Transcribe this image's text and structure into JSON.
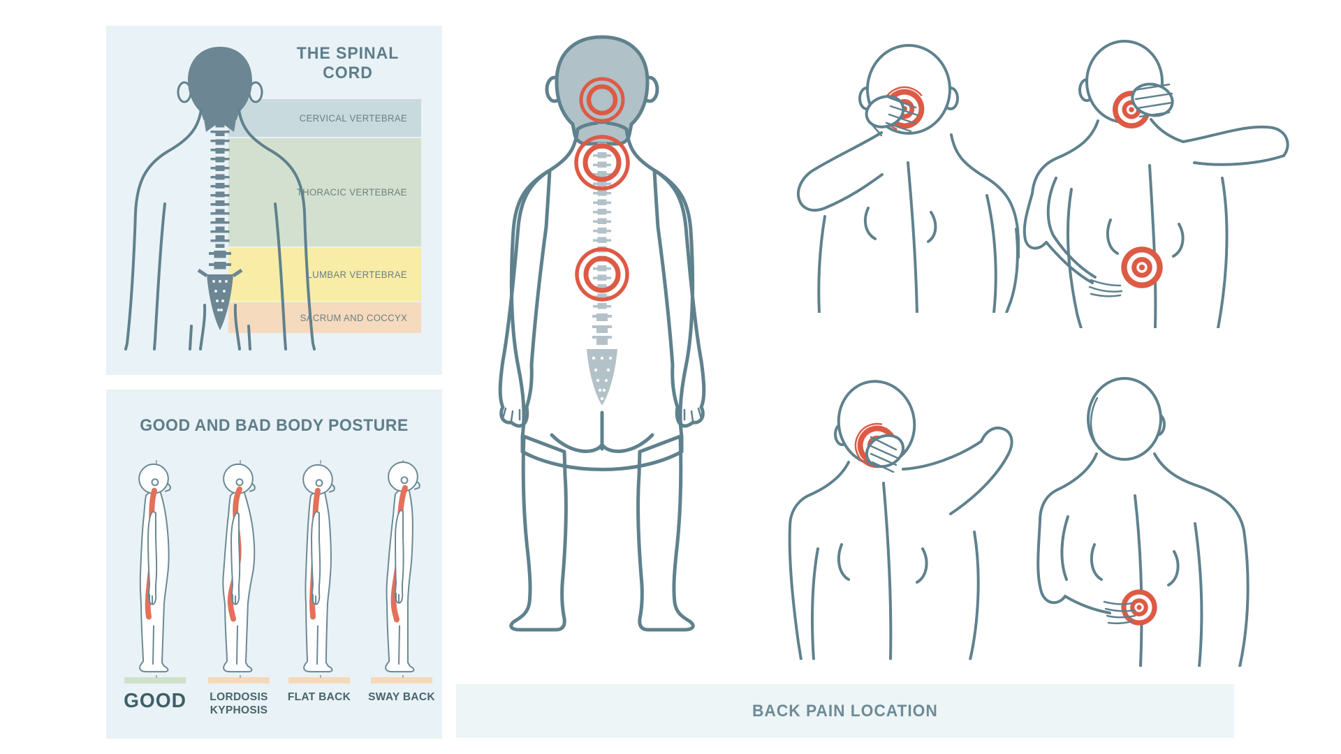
{
  "colors": {
    "page_bg": "#ffffff",
    "panel_bg": "#e9f2f6",
    "banner_bg": "#edf5f7",
    "outline": "#5f818d",
    "dark_head_fill": "#6c8793",
    "light_head_fill": "#b0c1c7",
    "spine_gray": "#b3c2c8",
    "pain_red": "#dd5a45",
    "posture_spine_red": "#e4705a",
    "title_text": "#5e7d89",
    "band_label_text": "#68807f",
    "caption_text": "#6d8b97"
  },
  "spinal_panel": {
    "title": "THE SPINAL CORD",
    "bands": [
      {
        "label": "CERVICAL VERTEBRAE",
        "color": "#c9dadf"
      },
      {
        "label": "THORACIC VERTEBRAE",
        "color": "#d3e0d0"
      },
      {
        "label": "LUMBAR VERTEBRAE",
        "color": "#f8eca6"
      },
      {
        "label": "SACRUM AND COCCYX",
        "color": "#f6dabe"
      }
    ]
  },
  "posture_panel": {
    "title": "GOOD AND BAD BODY POSTURE",
    "figures": [
      {
        "label_lines": [
          "GOOD"
        ],
        "bar_color": "#cfe0cb"
      },
      {
        "label_lines": [
          "LORDOSIS",
          "KYPHOSIS"
        ],
        "bar_color": "#f6d9b8"
      },
      {
        "label_lines": [
          "FLAT BACK"
        ],
        "bar_color": "#f6d9b8"
      },
      {
        "label_lines": [
          "SWAY BACK"
        ],
        "bar_color": "#f6d9b8"
      }
    ]
  },
  "pain_section": {
    "caption": "BACK PAIN LOCATION",
    "main_figure_markers": [
      "neck",
      "middle-back",
      "lower-back"
    ],
    "figures": [
      {
        "markers": [
          "neck"
        ]
      },
      {
        "markers": [
          "neck",
          "lower-back"
        ]
      },
      {
        "markers": [
          "neck"
        ]
      },
      {
        "markers": [
          "lower-back"
        ]
      }
    ]
  }
}
